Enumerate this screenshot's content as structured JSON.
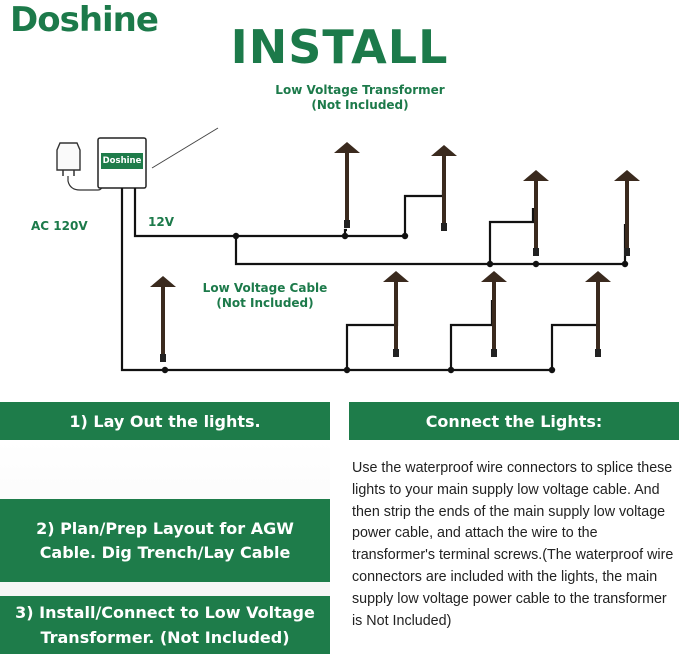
{
  "brand": {
    "name": "Doshine",
    "color": "#1c7a4a"
  },
  "title": "INSTALL",
  "diagram": {
    "transformer_label_line1": "Low Voltage Transformer",
    "transformer_label_line2": "(Not Included)",
    "box_label": "Doshine",
    "ac_label": "AC 120V",
    "volt_label": "12V",
    "cable_label_line1": "Low Voltage Cable",
    "cable_label_line2": "(Not Included)"
  },
  "steps": {
    "step1": "1)   Lay Out the lights.",
    "step2_line1": "2)   Plan/Prep Layout for AGW",
    "step2_line2": "Cable. Dig Trench/Lay Cable",
    "step3_line1": "3)  Install/Connect to Low Voltage",
    "step3_line2": "Transformer.  (Not Included)"
  },
  "connect": {
    "heading": "Connect the Lights:",
    "body": "Use the waterproof wire connectors to splice these lights to your main supply low voltage cable. And then strip the ends of the main supply low voltage power cable, and attach the wire to the transformer's terminal screws.(The waterproof wire connectors are included with the lights, the main supply low voltage power cable to the transformer is Not Included)"
  },
  "colors": {
    "green": "#1e7c4a",
    "wire": "#111111",
    "lamp": "#3a2a1e"
  }
}
